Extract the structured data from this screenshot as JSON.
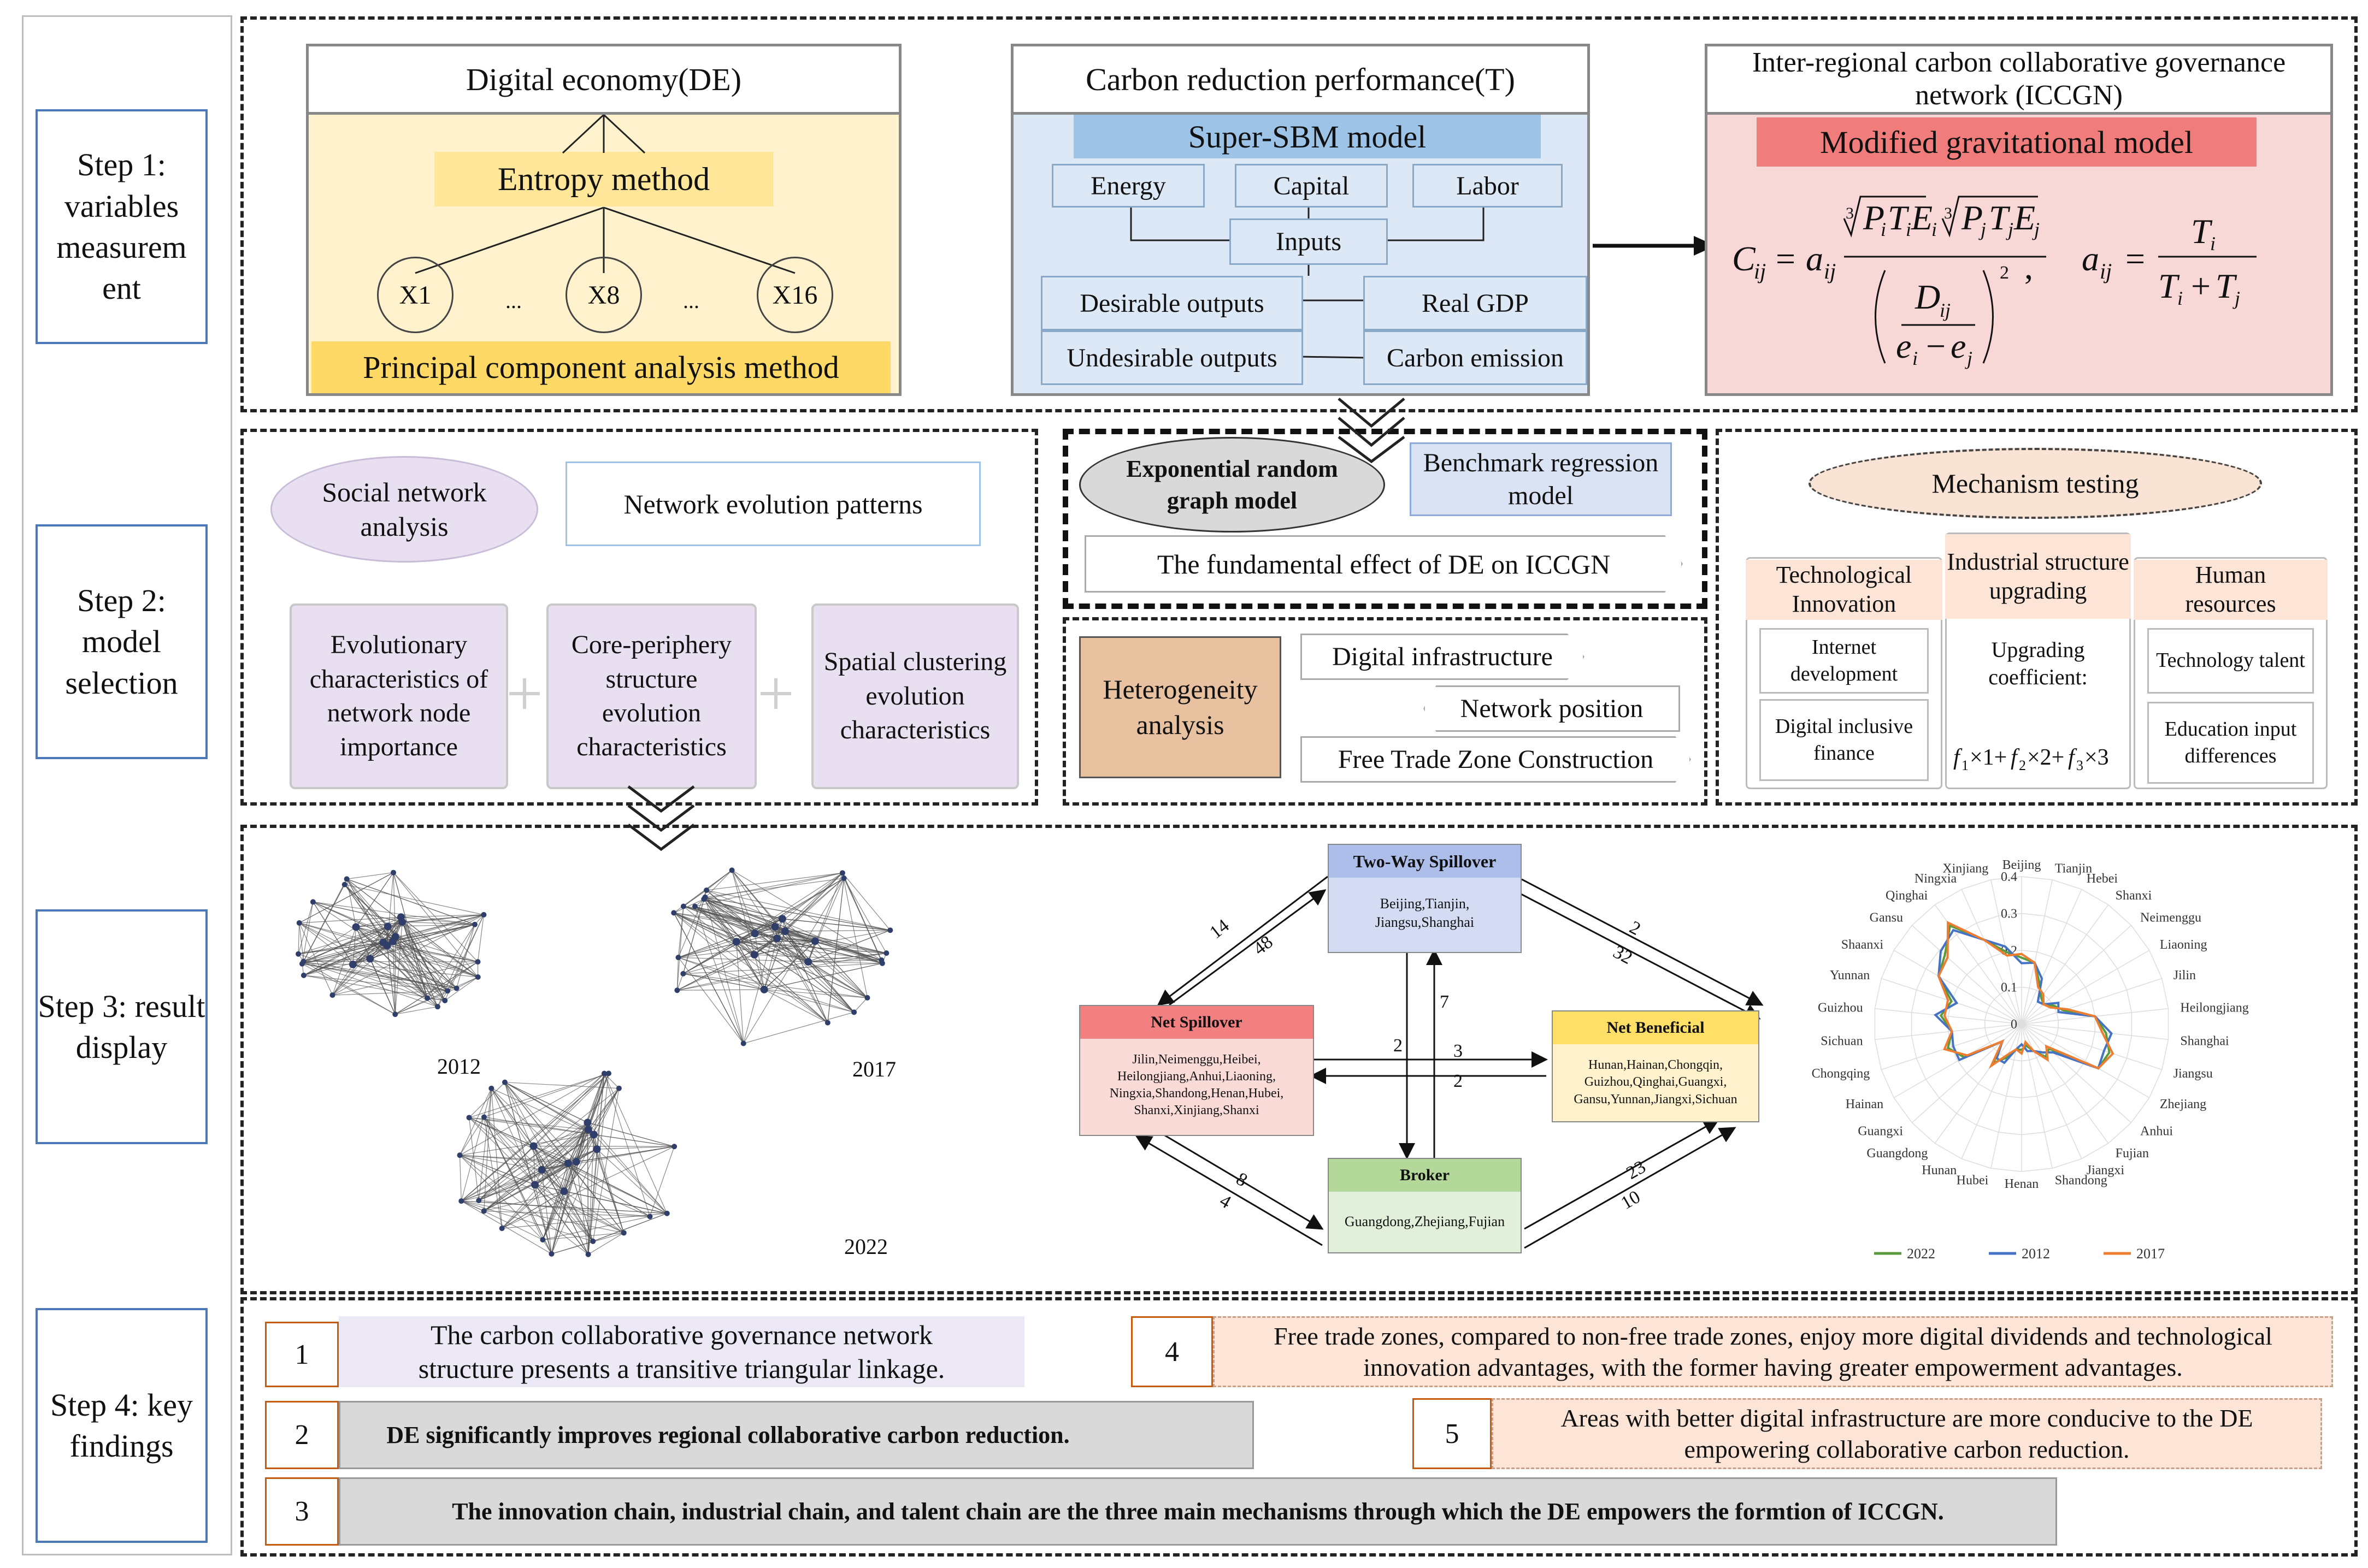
{
  "steps": [
    {
      "label": "Step 1: variables measurem ent"
    },
    {
      "label": "Step 2: model selection"
    },
    {
      "label": "Step 3: result display"
    },
    {
      "label": "Step 4: key findings"
    }
  ],
  "step1": {
    "de": {
      "title": "Digital economy(DE)",
      "entropy": "Entropy method",
      "x1": "X1",
      "dots1": "...",
      "x8": "X8",
      "dots2": "...",
      "x16": "X16",
      "pca": "Principal component analysis method"
    },
    "t": {
      "title": "Carbon reduction performance(T)",
      "model": "Super-SBM model",
      "energy": "Energy",
      "capital": "Capital",
      "labor": "Labor",
      "inputs": "Inputs",
      "desirable": "Desirable outputs",
      "real_gdp": "Real GDP",
      "undesirable": "Undesirable outputs",
      "carbon": "Carbon emission"
    },
    "iccgn": {
      "title": "Inter-regional carbon collaborative governance network (ICCGN)",
      "model": "Modified gravitational model"
    }
  },
  "step2": {
    "sna": "Social network analysis",
    "evolution_patterns": "Network evolution patterns",
    "node_importance": "Evolutionary characteristics of network node importance",
    "core_periphery": "Core-periphery structure evolution characteristics",
    "spatial_cluster": "Spatial clustering evolution characteristics",
    "ergm": "Exponential random graph model",
    "benchmark": "Benchmark regression model",
    "fundamental": "The fundamental effect of DE on ICCGN",
    "heterogeneity": "Heterogeneity analysis",
    "digital_infra": "Digital infrastructure",
    "network_position": "Network position",
    "ftz": "Free Trade Zone Construction",
    "mechanism": "Mechanism testing",
    "tech_innovation": "Technological Innovation",
    "internet_dev": "Internet development",
    "digital_finance": "Digital inclusive finance",
    "industrial": "Industrial structure upgrading",
    "upgrading_coef": "Upgrading coefficient:",
    "human": "Human resources",
    "tech_talent": "Technology talent",
    "edu_input": "Education input differences"
  },
  "step3": {
    "years": [
      "2012",
      "2017",
      "2022"
    ],
    "two_way": {
      "title": "Two-Way Spillover",
      "members": "Beijing,Tianjin, Jiangsu,Shanghai"
    },
    "net_spill": {
      "title": "Net Spillover",
      "members": "Jilin,Neimenggu,Heibei, Heilongjiang,Anhui,Liaoning, Ningxia,Shandong,Henan,Hubei, Shanxi,Xinjiang,Shanxi"
    },
    "net_benef": {
      "title": "Net Beneficial",
      "members": "Hunan,Hainan,Chongqin, Guizhou,Qinghai,Guangxi, Gansu,Yunnan,Jiangxi,Sichuan"
    },
    "broker": {
      "title": "Broker",
      "members": "Guangdong,Zhejiang,Fujian"
    },
    "edges": {
      "a": "14",
      "b": "48",
      "c": "2",
      "d": "32",
      "e": "2",
      "f": "7",
      "g": "3",
      "h": "2",
      "i": "8",
      "j": "4",
      "k": "23",
      "l": "10"
    },
    "radar_provinces": [
      "Beijing",
      "Tianjin",
      "Hebei",
      "Shanxi",
      "Neimenggu",
      "Liaoning",
      "Jilin",
      "Heilongjiang",
      "Shanghai",
      "Jiangsu",
      "Zhejiang",
      "Anhui",
      "Fujian",
      "Jiangxi",
      "Shandong",
      "Henan",
      "Hubei",
      "Hunan",
      "Guangdong",
      "Guangxi",
      "Hainan",
      "Chongqing",
      "Sichuan",
      "Guizhou",
      "Yunnan",
      "Shaanxi",
      "Gansu",
      "Qinghai",
      "Ningxia",
      "Xinjiang"
    ],
    "radar_ticks": [
      "0",
      "0.1",
      "0.2",
      "0.3",
      "0.4"
    ],
    "radar_legend": [
      "2022",
      "2012",
      "2017"
    ],
    "colors": {
      "2022": "#5a9a3c",
      "2012": "#4472c4",
      "2017": "#ed7d31"
    }
  },
  "step4": [
    {
      "num": "1",
      "text": "The carbon collaborative governance network structure presents a transitive triangular linkage."
    },
    {
      "num": "2",
      "text": "DE significantly improves  regional collaborative carbon reduction."
    },
    {
      "num": "3",
      "text": "The innovation chain, industrial chain, and talent chain are the three main mechanisms through which the DE empowers the formtion of ICCGN."
    },
    {
      "num": "4",
      "text": "Free trade zones, compared to non-free trade zones, enjoy more digital dividends and technological innovation advantages, with the former having greater empowerment advantages."
    },
    {
      "num": "5",
      "text": "Areas with better digital infrastructure are more conducive to the DE empowering collaborative carbon reduction."
    }
  ]
}
